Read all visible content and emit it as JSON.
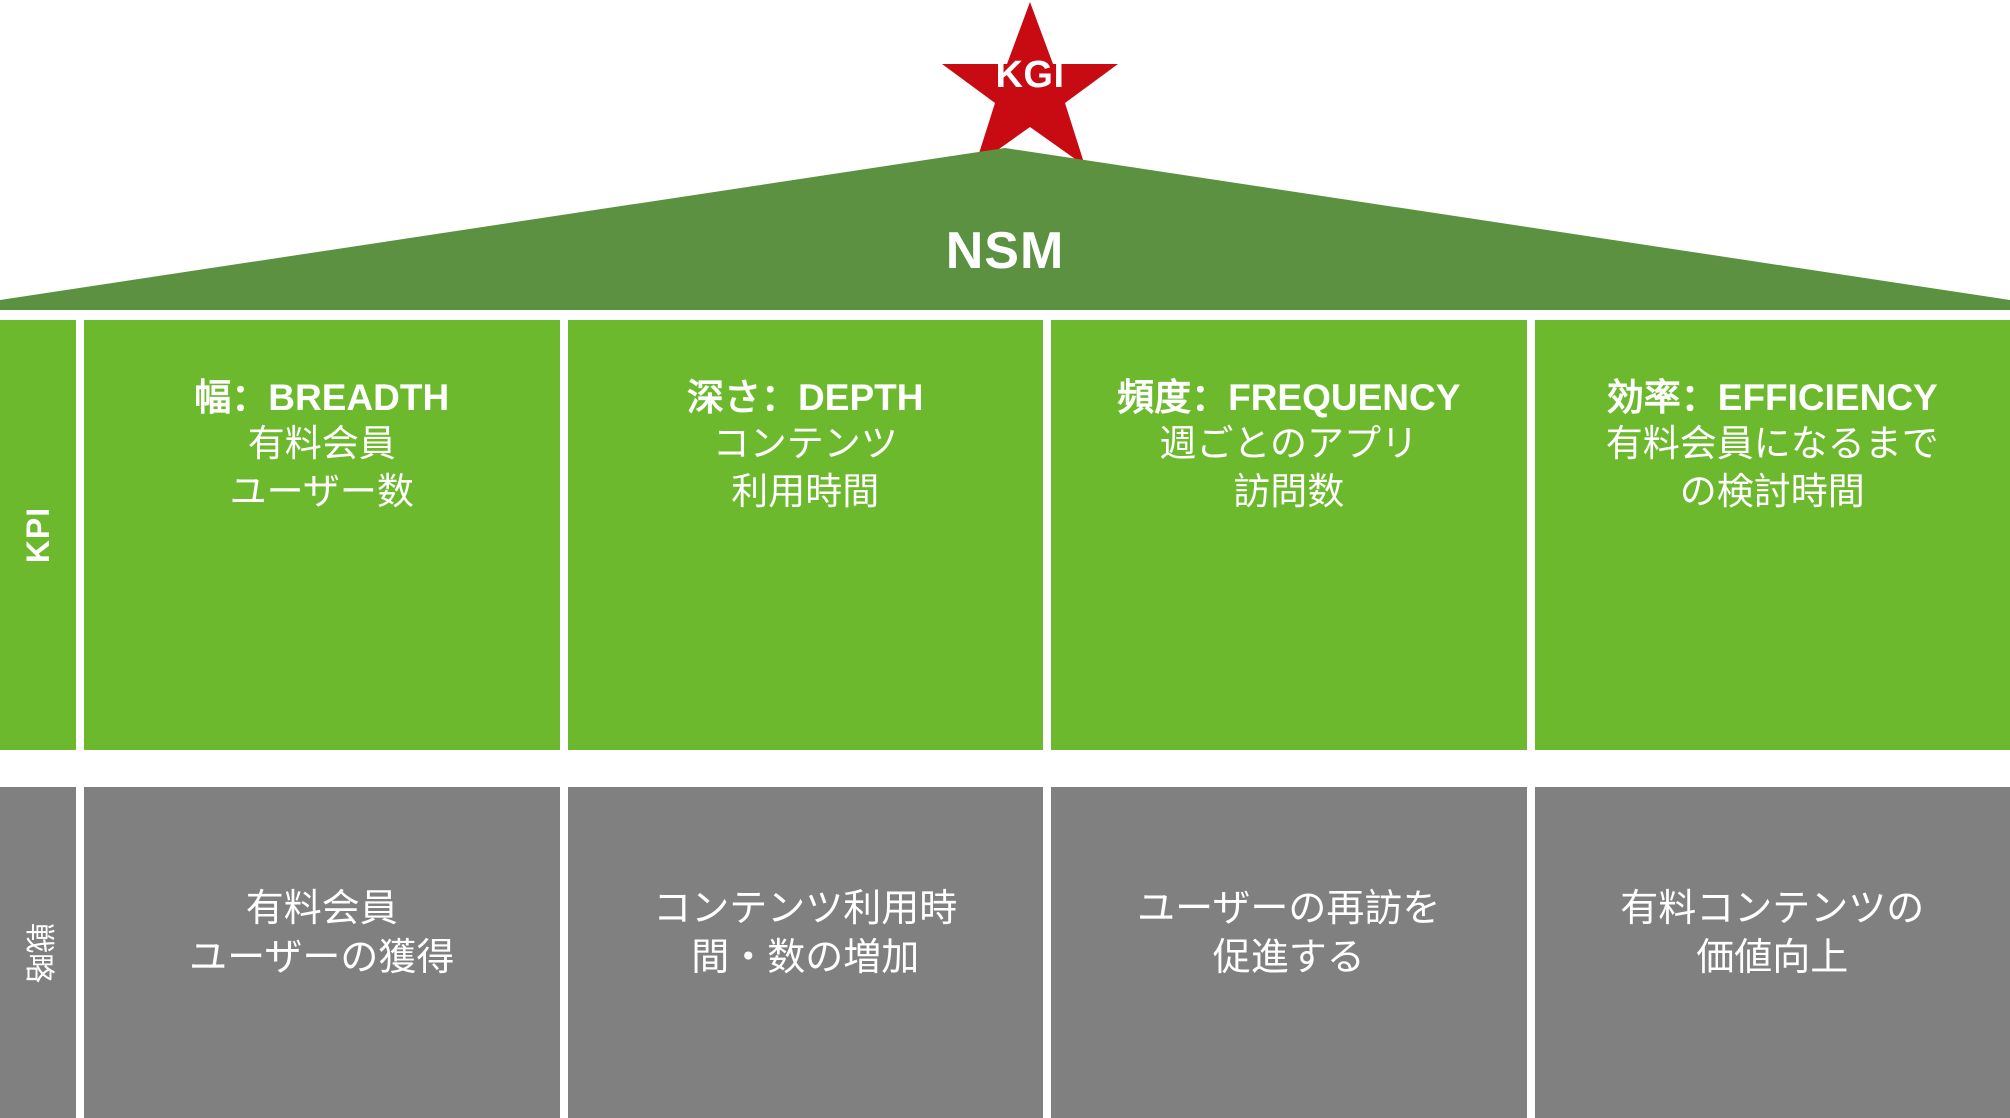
{
  "kgi": {
    "label": "KGI",
    "color": "#C80A12"
  },
  "nsm": {
    "label": "NSM",
    "color": "#5B9140"
  },
  "kpi_row": {
    "side_label": "KPI",
    "color": "#6CB92E",
    "cards": [
      {
        "title": "幅：BREADTH",
        "lines": [
          "有料会員",
          "ユーザー数"
        ]
      },
      {
        "title": "深さ：DEPTH",
        "lines": [
          "コンテンツ",
          "利用時間"
        ]
      },
      {
        "title": "頻度：FREQUENCY",
        "lines": [
          "週ごとのアプリ",
          "訪問数"
        ]
      },
      {
        "title": "効率：EFFICIENCY",
        "lines": [
          "有料会員になるまで",
          "の検討時間"
        ]
      }
    ]
  },
  "strategy_row": {
    "side_label": "戦略",
    "color": "#808080",
    "cards": [
      {
        "lines": [
          "有料会員",
          "ユーザーの獲得"
        ]
      },
      {
        "lines": [
          "コンテンツ利用時",
          "間・数の増加"
        ]
      },
      {
        "lines": [
          "ユーザーの再訪を",
          "促進する"
        ]
      },
      {
        "lines": [
          "有料コンテンツの",
          "価値向上"
        ]
      }
    ]
  }
}
